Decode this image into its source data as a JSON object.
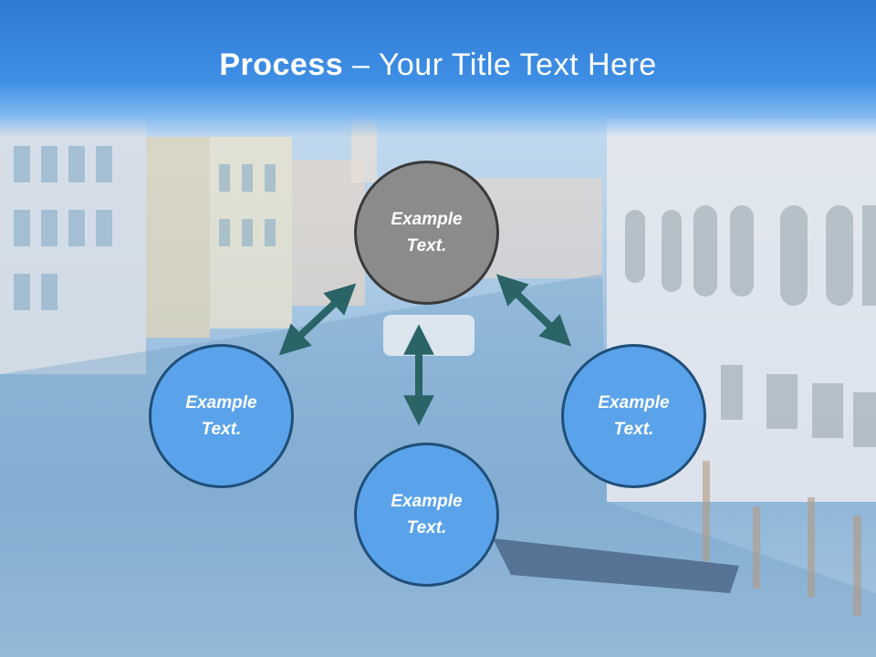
{
  "title": {
    "bold_part": "Process",
    "rest": " – Your Title Text Here"
  },
  "nodes": {
    "top": "Example\nText.",
    "left": "Example\nText.",
    "right": "Example\nText.",
    "bottom": "Example\nText."
  },
  "colors": {
    "title_bar": "#3f8fe6",
    "node_blue": "#5aa3ea",
    "node_gray": "#8b8b8b",
    "node_border": "#1f4e79",
    "arrow": "#2a6466"
  },
  "icons": [
    "double-arrow-icon"
  ]
}
